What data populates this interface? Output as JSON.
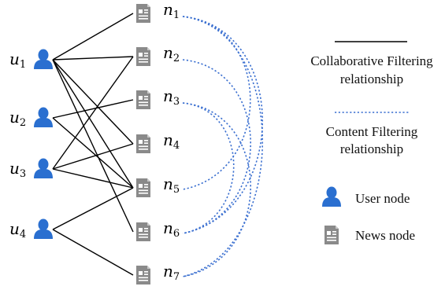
{
  "users": [
    {
      "name": "u",
      "index": "1"
    },
    {
      "name": "u",
      "index": "2"
    },
    {
      "name": "u",
      "index": "3"
    },
    {
      "name": "u",
      "index": "4"
    }
  ],
  "news": [
    {
      "name": "n",
      "index": "1"
    },
    {
      "name": "n",
      "index": "2"
    },
    {
      "name": "n",
      "index": "3"
    },
    {
      "name": "n",
      "index": "4"
    },
    {
      "name": "n",
      "index": "5"
    },
    {
      "name": "n",
      "index": "6"
    },
    {
      "name": "n",
      "index": "7"
    }
  ],
  "collaborative_edges": [
    [
      "u1",
      "n1"
    ],
    [
      "u1",
      "n2"
    ],
    [
      "u1",
      "n4"
    ],
    [
      "u1",
      "n5"
    ],
    [
      "u1",
      "n6"
    ],
    [
      "u2",
      "n3"
    ],
    [
      "u2",
      "n5"
    ],
    [
      "u3",
      "n2"
    ],
    [
      "u3",
      "n4"
    ],
    [
      "u3",
      "n5"
    ],
    [
      "u4",
      "n5"
    ],
    [
      "u4",
      "n7"
    ]
  ],
  "content_edges": [
    [
      "n1",
      "n5"
    ],
    [
      "n1",
      "n6"
    ],
    [
      "n1",
      "n7"
    ],
    [
      "n2",
      "n6"
    ],
    [
      "n3",
      "n6"
    ],
    [
      "n3",
      "n7"
    ]
  ],
  "legend": {
    "collaborative_line1": "Collaborative Filtering",
    "collaborative_line2": "relationship",
    "content_line1": "Content Filtering",
    "content_line2": "relationship",
    "user_node": "User node",
    "news_node": "News node"
  },
  "colors": {
    "user_icon": "#2a6fd0",
    "news_icon": "#8a8a8a",
    "content_edge": "#3a6fd0",
    "collab_edge": "#000000"
  }
}
